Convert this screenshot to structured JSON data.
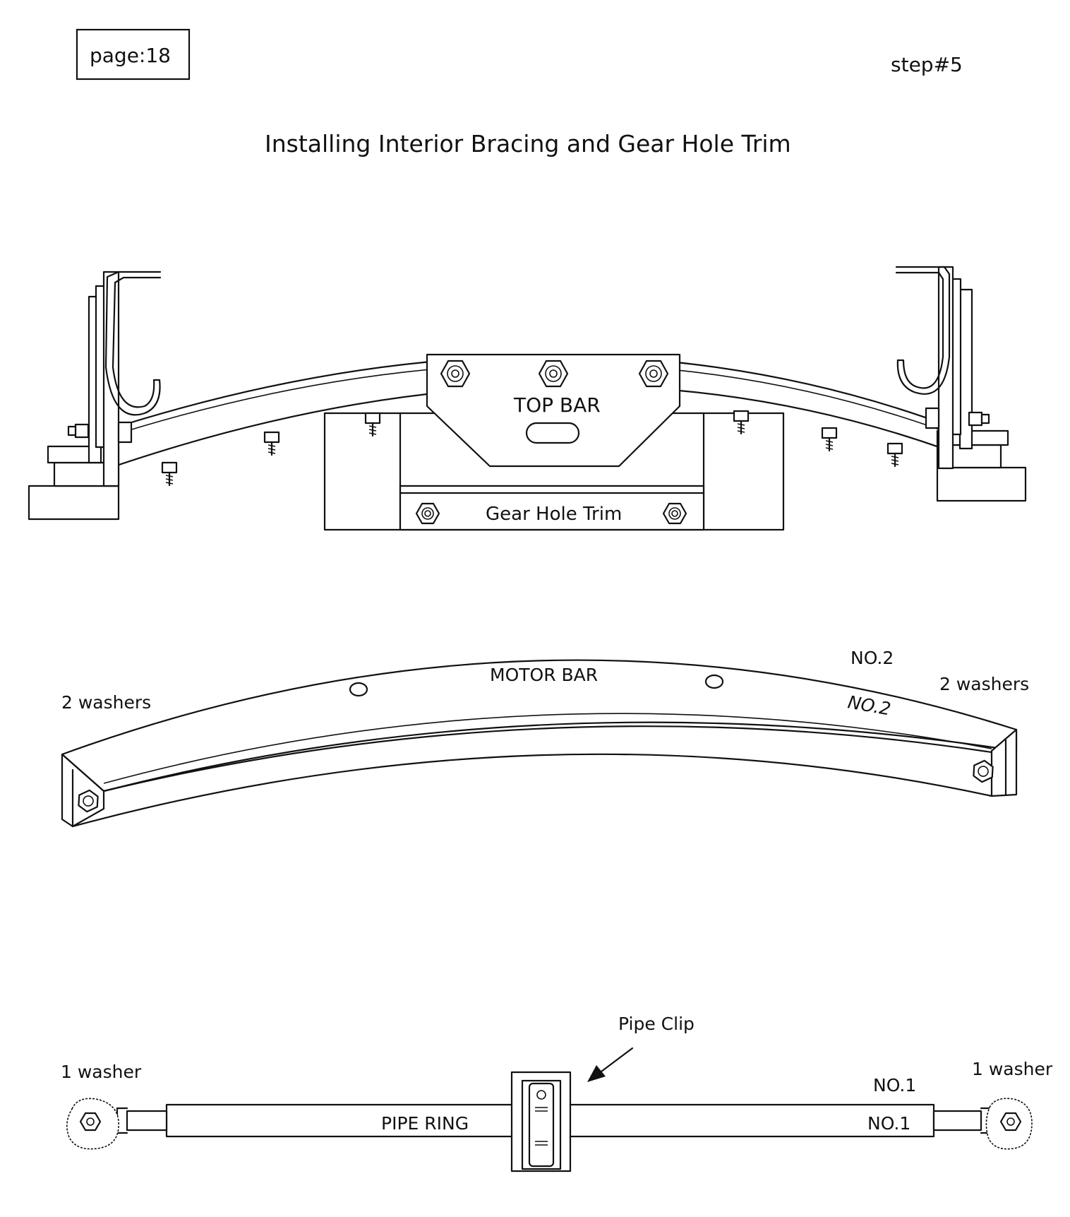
{
  "header": {
    "page_label": "page:18",
    "step_label": "step#5",
    "title": "Installing Interior Bracing and Gear Hole Trim"
  },
  "figure_top": {
    "top_bar_label": "TOP BAR",
    "gear_hole_trim_label": "Gear Hole Trim"
  },
  "figure_middle": {
    "motor_bar_label": "MOTOR BAR",
    "no2_top_label": "NO.2",
    "no2_italic_label": "NO.2",
    "left_washers_label": "2 washers",
    "right_washers_label": "2 washers"
  },
  "figure_bottom": {
    "pipe_clip_label": "Pipe Clip",
    "pipe_ring_label": "PIPE RING",
    "no1_top_label": "NO.1",
    "no1_bar_label": "NO.1",
    "left_washer_label": "1 washer",
    "right_washer_label": "1 washer"
  },
  "icons": [
    "hex-nut-icon",
    "bolt-icon",
    "arrow-icon"
  ]
}
